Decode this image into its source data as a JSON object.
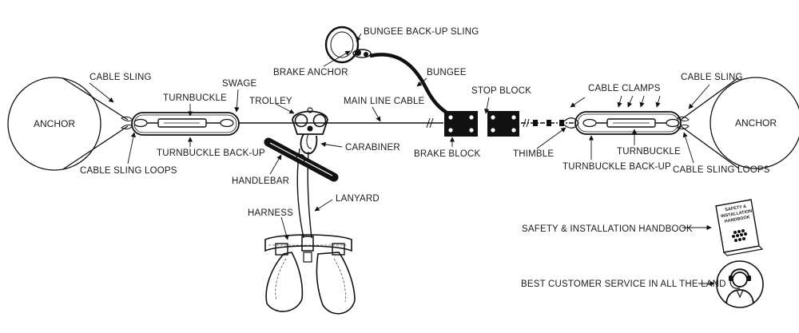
{
  "labels": {
    "anchor_left": "ANCHOR",
    "anchor_right": "ANCHOR",
    "cable_sling_left": "CABLE SLING",
    "cable_sling_right": "CABLE SLING",
    "turnbuckle_left": "TURNBUCKLE",
    "turnbuckle_right": "TURNBUCKLE",
    "swage": "SWAGE",
    "trolley": "TROLLEY",
    "main_line_cable": "MAIN LINE CABLE",
    "bungee_backup_sling": "BUNGEE BACK-UP SLING",
    "brake_anchor": "BRAKE ANCHOR",
    "bungee": "BUNGEE",
    "stop_block": "STOP BLOCK",
    "cable_clamps": "CABLE CLAMPS",
    "turnbuckle_backup_left": "TURNBUCKLE BACK-UP",
    "turnbuckle_backup_right": "TURNBUCKLE BACK-UP",
    "cable_sling_loops_left": "CABLE SLING LOOPS",
    "cable_sling_loops_right": "CABLE SLING LOOPS",
    "carabiner": "CARABINER",
    "handlebar": "HANDLEBAR",
    "lanyard": "LANYARD",
    "harness": "HARNESS",
    "brake_block": "BRAKE BLOCK",
    "thimble": "THIMBLE",
    "handbook": "SAFETY & INSTALLATION HANDBOOK",
    "customer_service": "BEST CUSTOMER SERVICE IN ALL THE LAND"
  },
  "handbook_cover": [
    "SAFETY &",
    "INSTALLATION",
    "HANDBOOK"
  ],
  "icons": {
    "handbook": "book-icon",
    "customer_service": "headset-person-icon"
  }
}
